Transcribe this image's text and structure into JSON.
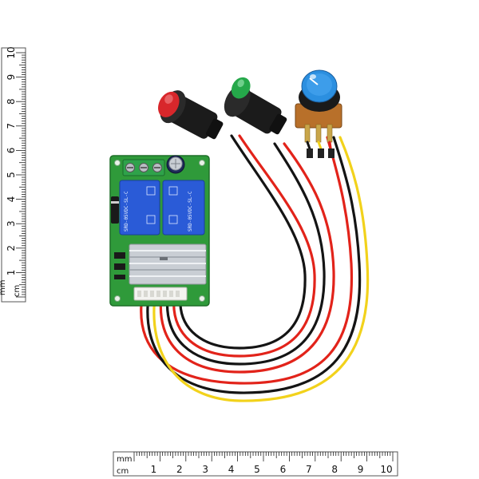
{
  "image": {
    "subject": "PWM DC motor speed controller board with relays, push buttons, potentiometer and wire harness"
  },
  "rulers": {
    "vertical": {
      "unit_mm": "mm",
      "unit_cm": "cm",
      "ticks": [
        "1",
        "2",
        "3",
        "4",
        "5",
        "6",
        "7",
        "8",
        "9",
        "10"
      ]
    },
    "horizontal": {
      "unit_mm": "mm",
      "unit_cm": "cm",
      "ticks": [
        "1",
        "2",
        "3",
        "4",
        "5",
        "6",
        "7",
        "8",
        "9",
        "10"
      ]
    }
  },
  "components": {
    "relay_left_marking": "SRD-05VDC-SL-C",
    "relay_right_marking": "SRD-05VDC-SL-C",
    "colors": {
      "pcb": "#2f9a3a",
      "relay": "#2a5bd7",
      "heatsink": "#c9ced4",
      "button_red": "#d8272b",
      "button_green": "#25a84a",
      "knob": "#2b8fe0",
      "wire_red": "#e2231a",
      "wire_black": "#141414",
      "wire_yellow": "#f2d21b",
      "background": "#ffffff"
    }
  }
}
